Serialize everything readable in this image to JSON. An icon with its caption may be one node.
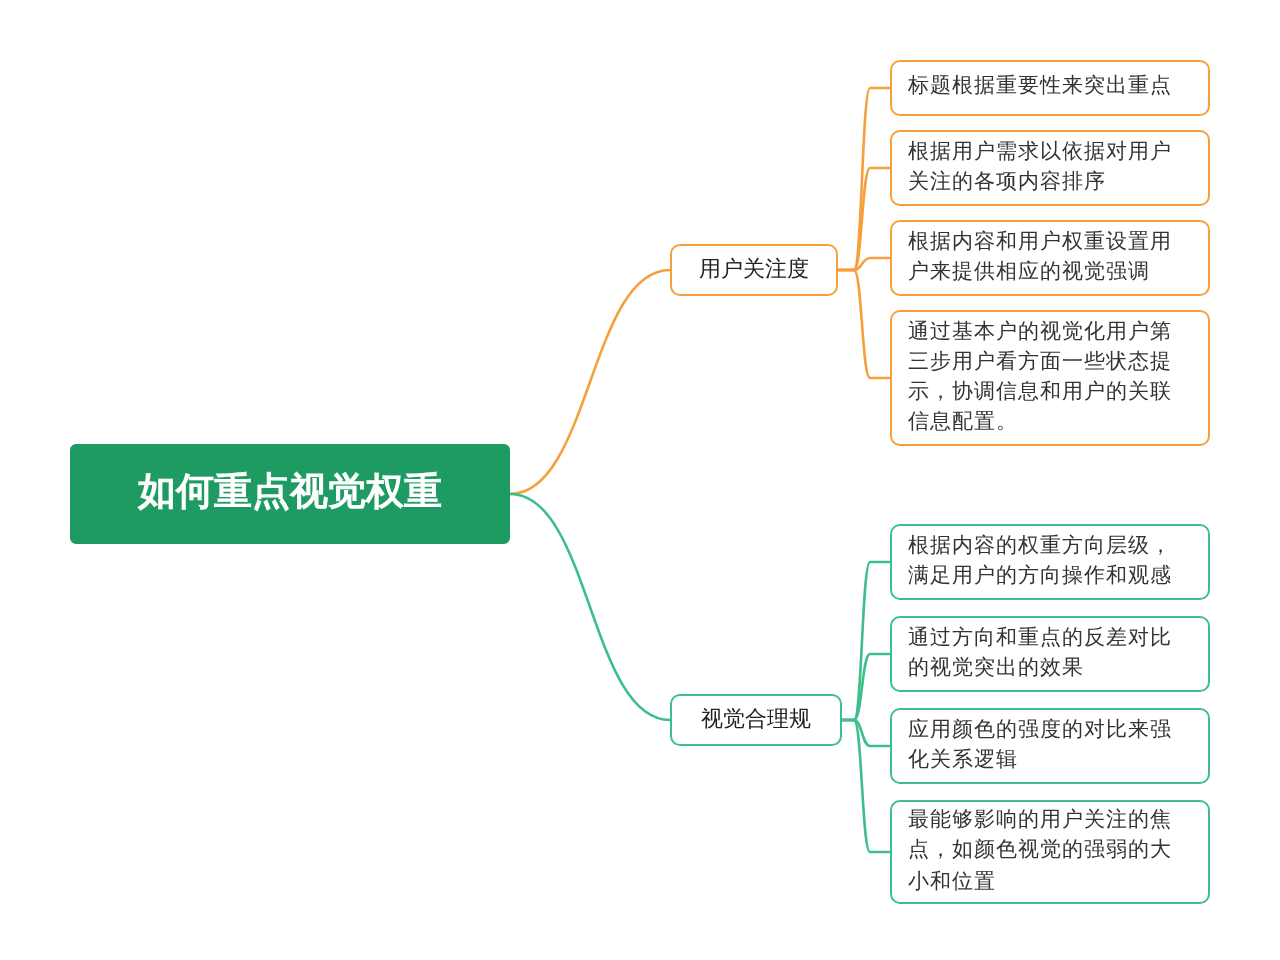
{
  "diagram": {
    "nodes": [
      {
        "text": [
          "如何重点视觉权重"
        ]
      },
      {
        "text": [
          "用户关注度"
        ]
      },
      {
        "text": [
          "标题根据重要性来突出重点"
        ]
      },
      {
        "text": [
          "根据用户需求以依据对用户关注的各项内容排序"
        ]
      },
      {
        "text": [
          "根据内容和用户权重设置用户来提供相应的视觉强调"
        ]
      },
      {
        "text": [
          "通过基本户的视觉化用户第三步用户看方面一些状态提示，协调信息和用户的关联信息配置。"
        ]
      },
      {
        "text": [
          "视觉合理规"
        ]
      },
      {
        "text": [
          "根据内容的权重方向层级，满足用户的方向操作和观感"
        ]
      },
      {
        "text": [
          "通过方向和重点的反差对比的视觉突出的效果"
        ]
      },
      {
        "text": [
          "应用颜色的强度的对比来强化关系逻辑"
        ]
      },
      {
        "text": [
          "最能够影响的用户关注的焦点，如颜色视觉的强弱的大小和位置"
        ]
      }
    ],
    "edges": [
      {
        "from": 0,
        "to": 1,
        "arrow": "none",
        "color": "#f5a03c"
      },
      {
        "from": 1,
        "to": 2,
        "arrow": "none",
        "color": "#f5a03c"
      },
      {
        "from": 1,
        "to": 3,
        "arrow": "none",
        "color": "#f5a03c"
      },
      {
        "from": 1,
        "to": 4,
        "arrow": "none",
        "color": "#f5a03c"
      },
      {
        "from": 1,
        "to": 5,
        "arrow": "none",
        "color": "#f5a03c"
      },
      {
        "from": 0,
        "to": 6,
        "arrow": "none",
        "color": "#3dbf8c"
      },
      {
        "from": 6,
        "to": 7,
        "arrow": "none",
        "color": "#3dbf8c"
      },
      {
        "from": 6,
        "to": 8,
        "arrow": "none",
        "color": "#3dbf8c"
      },
      {
        "from": 6,
        "to": 9,
        "arrow": "none",
        "color": "#3dbf8c"
      },
      {
        "from": 6,
        "to": 10,
        "arrow": "none",
        "color": "#3dbf8c"
      }
    ]
  }
}
